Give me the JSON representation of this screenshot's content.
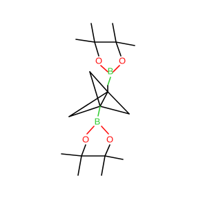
{
  "molecule": {
    "atoms": {
      "boron_top": "B",
      "oxygen_top_left": "O",
      "oxygen_top_right": "O",
      "boron_bottom": "B",
      "oxygen_bottom_left": "O",
      "oxygen_bottom_right": "O"
    },
    "colors": {
      "boron": "#33cc33",
      "oxygen": "#ff0d0d",
      "carbon_bond": "#000000",
      "background": "#ffffff"
    }
  }
}
